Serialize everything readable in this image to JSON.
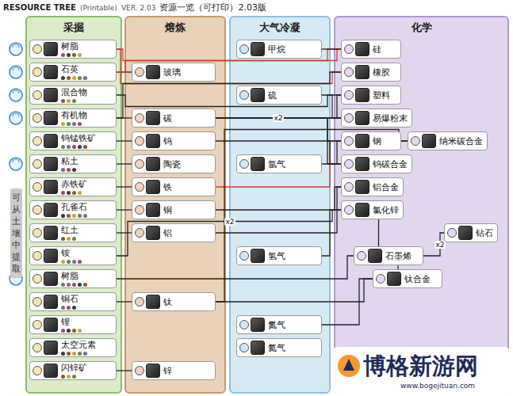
{
  "diagram": {
    "title": "RESOURCE TREE",
    "nodes": [
      {
        "text": [
          "采掘"
        ]
      },
      {
        "text": [
          "熔炼"
        ]
      },
      {
        "text": [
          "大气冷凝"
        ]
      },
      {
        "text": [
          "化学"
        ]
      },
      {
        "text": [
          "树脂"
        ],
        "in": 0
      },
      {
        "text": [
          "石英"
        ],
        "in": 0
      },
      {
        "text": [
          "混合物"
        ],
        "in": 0
      },
      {
        "text": [
          "有机物"
        ],
        "in": 0
      },
      {
        "text": [
          "钨锰铁矿"
        ],
        "in": 0
      },
      {
        "text": [
          "粘土"
        ],
        "in": 0
      },
      {
        "text": [
          "赤铁矿"
        ],
        "in": 0
      },
      {
        "text": [
          "孔雀石"
        ],
        "in": 0
      },
      {
        "text": [
          "红土"
        ],
        "in": 0
      },
      {
        "text": [
          "铵"
        ],
        "in": 0
      },
      {
        "text": [
          "树脂"
        ],
        "in": 0
      },
      {
        "text": [
          "铜石"
        ],
        "in": 0
      },
      {
        "text": [
          "锂"
        ],
        "in": 0
      },
      {
        "text": [
          "太空元素"
        ],
        "in": 0
      },
      {
        "text": [
          "闪锌矿"
        ],
        "in": 0
      },
      {
        "text": [
          "玻璃"
        ],
        "in": 1
      },
      {
        "text": [
          "碳"
        ],
        "in": 1
      },
      {
        "text": [
          "钨"
        ],
        "in": 1
      },
      {
        "text": [
          "陶瓷"
        ],
        "in": 1
      },
      {
        "text": [
          "铁"
        ],
        "in": 1
      },
      {
        "text": [
          "铜"
        ],
        "in": 1
      },
      {
        "text": [
          "铝"
        ],
        "in": 1
      },
      {
        "text": [
          "钛"
        ],
        "in": 1
      },
      {
        "text": [
          "锌"
        ],
        "in": 1
      },
      {
        "text": [
          "甲烷"
        ],
        "in": 2
      },
      {
        "text": [
          "硫"
        ],
        "in": 2
      },
      {
        "text": [
          "氩气"
        ],
        "in": 2
      },
      {
        "text": [
          "氢气"
        ],
        "in": 2
      },
      {
        "text": [
          "氮气"
        ],
        "in": 2
      },
      {
        "text": [
          "氦气"
        ],
        "in": 2
      },
      {
        "text": [
          "硅"
        ],
        "in": 3
      },
      {
        "text": [
          "橡胶"
        ],
        "in": 3
      },
      {
        "text": [
          "塑料"
        ],
        "in": 3
      },
      {
        "text": [
          "易爆粉末"
        ],
        "in": 3
      },
      {
        "text": [
          "钢"
        ],
        "in": 3
      },
      {
        "text": [
          "纳米碳合金"
        ],
        "in": 3
      },
      {
        "text": [
          "钨碳合金"
        ],
        "in": 3
      },
      {
        "text": [
          "铝合金"
        ],
        "in": 3
      },
      {
        "text": [
          "氯化锌"
        ],
        "in": 3
      },
      {
        "text": [
          "钻石"
        ],
        "in": 3
      },
      {
        "text": [
          "石墨烯"
        ],
        "in": 3
      },
      {
        "text": [
          "钛合金"
        ],
        "in": 3
      }
    ],
    "edges": [
      {
        "from": 5,
        "to": 19,
        "arrow": "none"
      },
      {
        "from": 7,
        "to": 20,
        "arrow": "none"
      },
      {
        "from": 8,
        "to": 21,
        "arrow": "none"
      },
      {
        "from": 9,
        "to": 22,
        "arrow": "none"
      },
      {
        "from": 10,
        "to": 23,
        "arrow": "none"
      },
      {
        "from": 11,
        "to": 24,
        "arrow": "none"
      },
      {
        "from": 12,
        "to": 25,
        "arrow": "none"
      },
      {
        "from": 15,
        "to": 26,
        "arrow": "none"
      },
      {
        "from": 18,
        "to": 27,
        "arrow": "none"
      },
      {
        "from": 4,
        "to": 34,
        "arrow": "none"
      },
      {
        "from": 5,
        "to": 34,
        "arrow": "none"
      },
      {
        "from": 28,
        "to": 34,
        "arrow": "none"
      },
      {
        "from": 4,
        "to": 35,
        "arrow": "none"
      },
      {
        "from": 7,
        "to": 35,
        "arrow": "none"
      },
      {
        "from": 6,
        "to": 36,
        "arrow": "none"
      },
      {
        "from": 20,
        "to": 36,
        "arrow": "none"
      },
      {
        "from": 20,
        "to": 37,
        "label": "x2",
        "arrow": "none"
      },
      {
        "from": 29,
        "to": 37,
        "arrow": "none"
      },
      {
        "from": 23,
        "to": 38,
        "arrow": "none"
      },
      {
        "from": 20,
        "to": 38,
        "arrow": "none"
      },
      {
        "from": 30,
        "to": 38,
        "arrow": "none"
      },
      {
        "from": 38,
        "to": 39,
        "arrow": "none"
      },
      {
        "from": 26,
        "to": 39,
        "arrow": "none"
      },
      {
        "from": 21,
        "to": 40,
        "arrow": "none"
      },
      {
        "from": 20,
        "to": 40,
        "arrow": "none"
      },
      {
        "from": 25,
        "to": 41,
        "arrow": "none"
      },
      {
        "from": 24,
        "to": 41,
        "arrow": "none"
      },
      {
        "from": 13,
        "to": 42,
        "label": "x2",
        "arrow": "none"
      },
      {
        "from": 31,
        "to": 42,
        "arrow": "none"
      },
      {
        "from": 42,
        "to": 44,
        "arrow": "none"
      },
      {
        "from": 44,
        "to": 43,
        "label": "x2",
        "arrow": "none"
      },
      {
        "from": 14,
        "to": 44,
        "arrow": "none"
      },
      {
        "from": 26,
        "to": 45,
        "arrow": "none"
      },
      {
        "from": 44,
        "to": 45,
        "arrow": "none"
      },
      {
        "from": 32,
        "to": 45,
        "arrow": "none"
      }
    ],
    "labels": [
      "(Printable)",
      "VER. 2.03",
      "资源一览（可打印）2.03版",
      "可从土壤中提取",
      "博格新游网",
      "www.bogejituan.com"
    ]
  }
}
